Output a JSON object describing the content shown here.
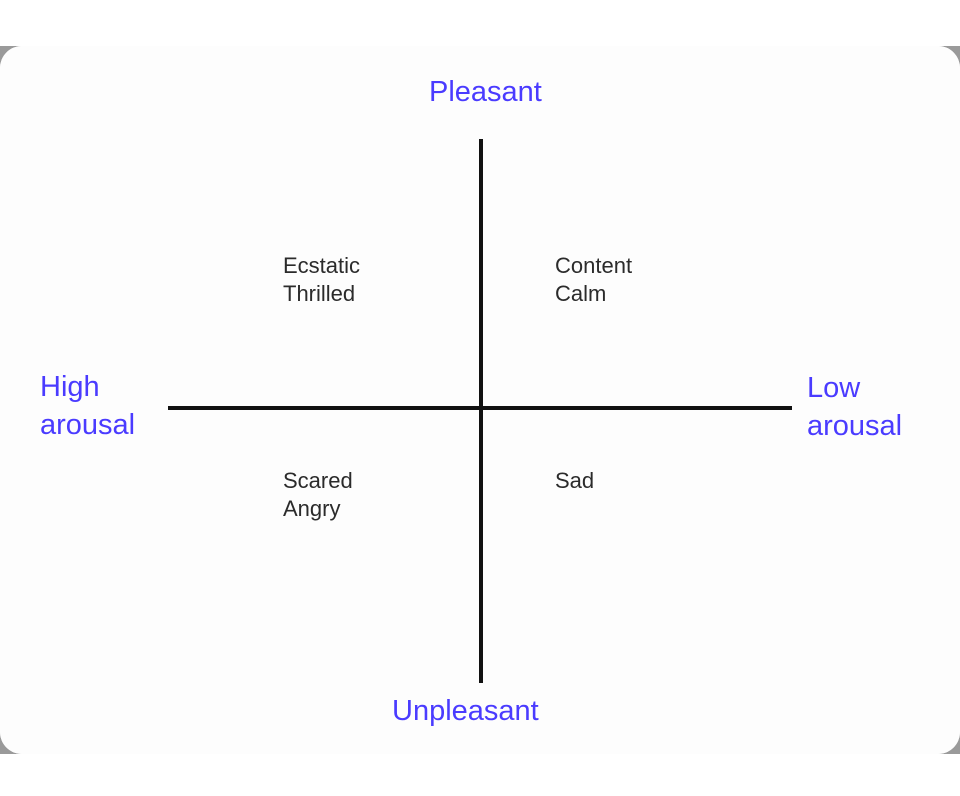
{
  "axes": {
    "top": "Pleasant",
    "bottom": "Unpleasant",
    "left": [
      "High",
      "arousal"
    ],
    "right": [
      "Low",
      "arousal"
    ]
  },
  "quadrants": {
    "top_left": [
      "Ecstatic",
      "Thrilled"
    ],
    "top_right": [
      "Content",
      "Calm"
    ],
    "bottom_left": [
      "Scared",
      "Angry"
    ],
    "bottom_right": [
      "Sad"
    ]
  },
  "colors": {
    "pole_label": "#4a3bff",
    "emotion_text": "#2b2b2b",
    "axis_line": "#111111",
    "frame": "#9a9a9a"
  }
}
